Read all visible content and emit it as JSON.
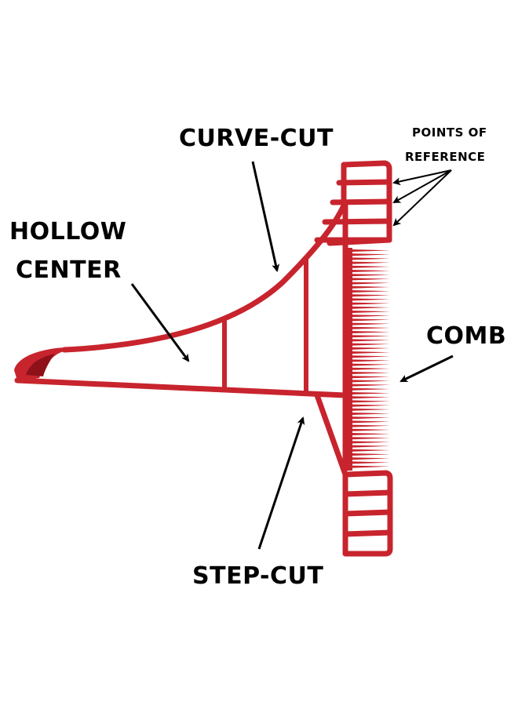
{
  "colors": {
    "tool_red": "#c8242d",
    "tool_dark": "#8e1119",
    "text": "#000000",
    "background": "#ffffff"
  },
  "labels": {
    "curve_cut": "CURVE-CUT",
    "hollow_center_line1": "HOLLOW",
    "hollow_center_line2": "CENTER",
    "points_of_reference_line1": "POINTS OF",
    "points_of_reference_line2": "REFERENCE",
    "comb": "COMB",
    "step_cut": "STEP-CUT"
  }
}
